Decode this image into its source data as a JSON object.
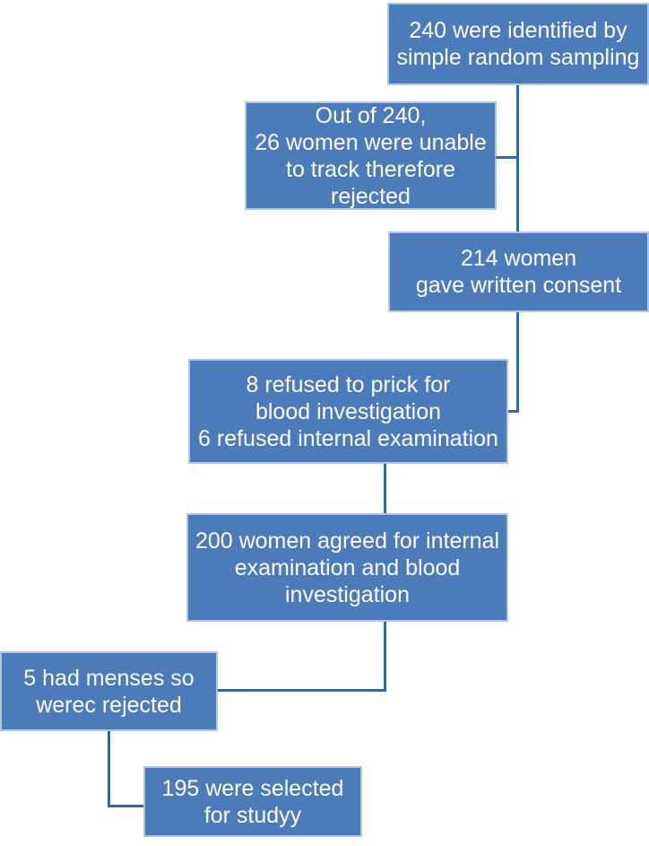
{
  "palette": {
    "background": "#FFFFFF",
    "box_fill": "#4B7BB8",
    "box_border": "#AFC7E3",
    "connector": "#36689F",
    "text": "#FFFFFF"
  },
  "flowchart": {
    "nodes": [
      {
        "id": "identified",
        "text": "240 were identified by\nsimple random sampling"
      },
      {
        "id": "unable-to-track",
        "text": "Out of  240,\n26 women were unable\nto track therefore\nrejected"
      },
      {
        "id": "written-consent",
        "text": "214 women\ngave written consent"
      },
      {
        "id": "refused",
        "text": "8 refused to prick for\nblood investigation\n6 refused internal examination"
      },
      {
        "id": "agreed",
        "text": "200 women agreed for internal\nexamination and blood\ninvestigation"
      },
      {
        "id": "menses-rejected",
        "text": "5 had menses so\nwerec rejected"
      },
      {
        "id": "selected",
        "text": "195 were selected\nfor studyy"
      }
    ]
  }
}
